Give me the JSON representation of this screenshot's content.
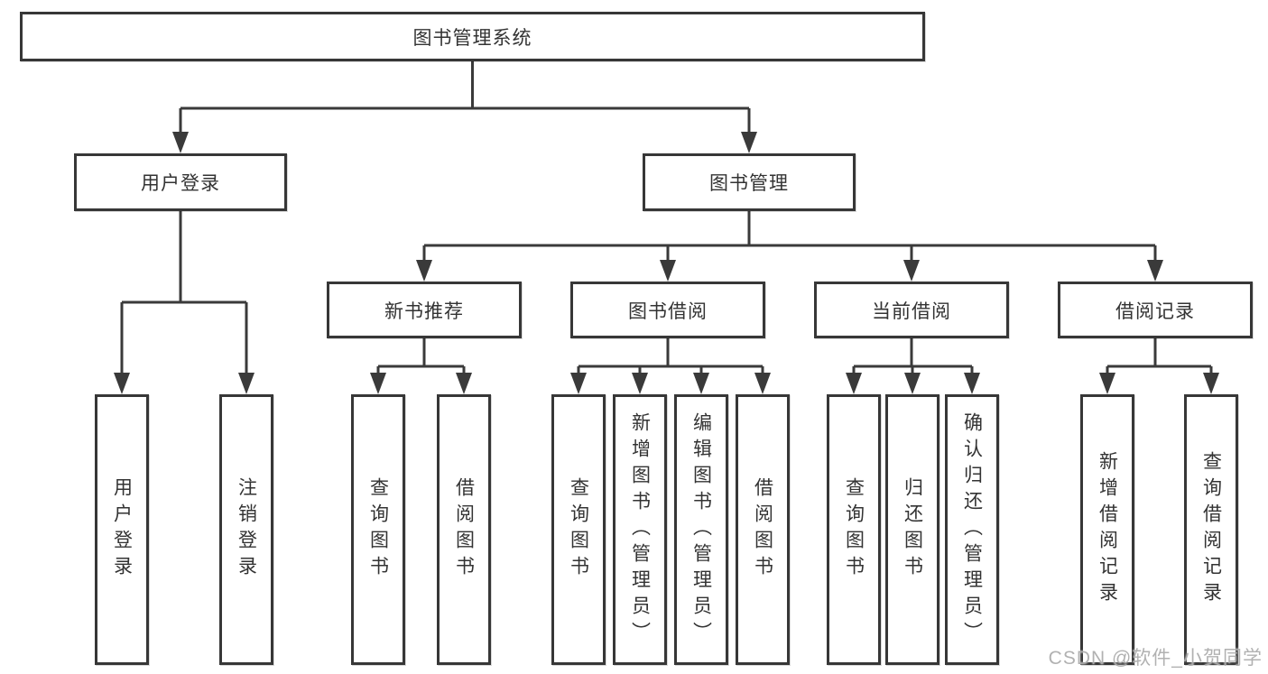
{
  "tree": {
    "label": "图书管理系统",
    "children": [
      {
        "label": "用户登录",
        "children": [
          {
            "label": "用户登录"
          },
          {
            "label": "注销登录"
          }
        ]
      },
      {
        "label": "图书管理",
        "children": [
          {
            "label": "新书推荐",
            "children": [
              {
                "label": "查询图书"
              },
              {
                "label": "借阅图书"
              }
            ]
          },
          {
            "label": "图书借阅",
            "children": [
              {
                "label": "查询图书"
              },
              {
                "label": "新增图书（管理员）"
              },
              {
                "label": "编辑图书（管理员）"
              },
              {
                "label": "借阅图书"
              }
            ]
          },
          {
            "label": "当前借阅",
            "children": [
              {
                "label": "查询图书"
              },
              {
                "label": "归还图书"
              },
              {
                "label": "确认归还（管理员）"
              }
            ]
          },
          {
            "label": "借阅记录",
            "children": [
              {
                "label": "新增借阅记录"
              },
              {
                "label": "查询借阅记录"
              }
            ]
          }
        ]
      }
    ]
  },
  "watermark": {
    "text": "CSDN @软件_小贺同学"
  },
  "colors": {
    "line": "#3a3a3a",
    "box_border": "#373737",
    "text": "#333333",
    "watermark": "#a8a8a8",
    "background": "#ffffff"
  }
}
